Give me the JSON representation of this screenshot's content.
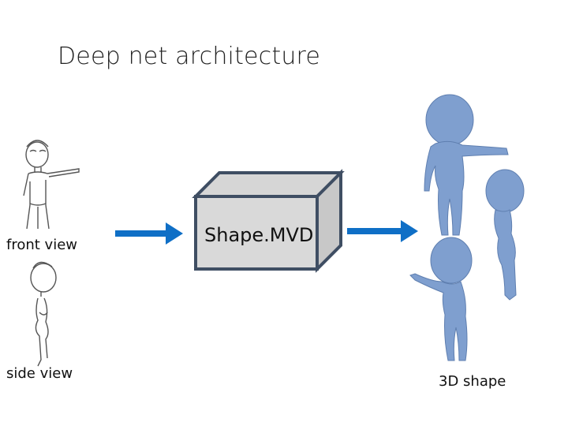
{
  "title": "Deep net architecture",
  "inputs": {
    "front_label": "front view",
    "side_label": "side view"
  },
  "model": {
    "label": "Shape.MVD"
  },
  "output": {
    "label": "3D shape"
  },
  "colors": {
    "arrow": "#0f6fc6",
    "box_face": "#d6d6d6",
    "box_edge": "#3f4e63",
    "shape_fill": "#7f9fcf",
    "shape_shade": "#5f7fb0",
    "sketch": "#555555"
  },
  "icons": [
    "sketch-front-icon",
    "sketch-side-icon",
    "arrow-right-icon",
    "3d-figure-icon"
  ]
}
